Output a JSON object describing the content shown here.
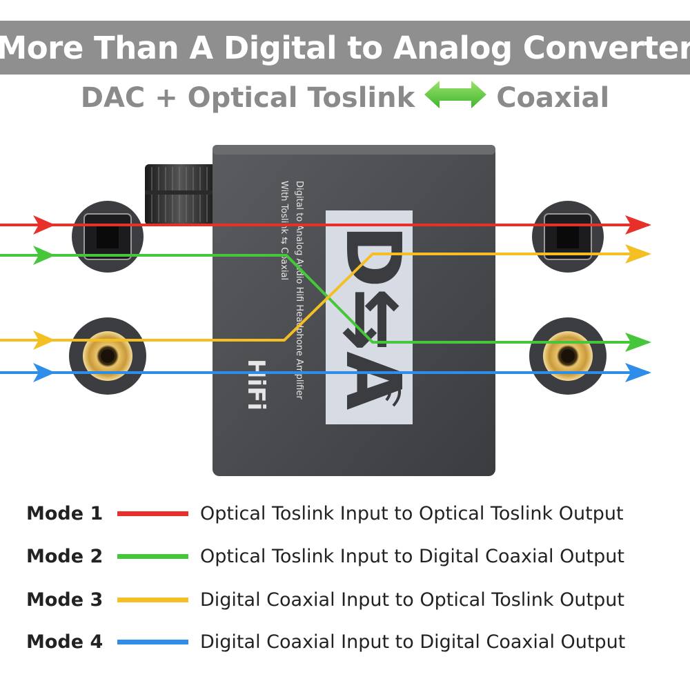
{
  "header": {
    "title": "More Than A Digital to Analog Converter",
    "subtitle_left": "DAC + Optical Toslink",
    "subtitle_right": "Coaxial"
  },
  "device": {
    "side_text_line1": "Digital to Analog Audio Hifi Headphone Amplifier",
    "side_text_line2": "With Toslink ⇆ Coaxial",
    "hifi_label": "HiFi",
    "logo_text": "D⇆A"
  },
  "colors": {
    "banner": "#8f8f8f",
    "mode1": "#e8302b",
    "mode2": "#46c63a",
    "mode3": "#f3bf23",
    "mode4": "#2e8de8",
    "device_body": "#45474b"
  },
  "legend": [
    {
      "label": "Mode 1",
      "color": "#e8302b",
      "description": "Optical Toslink Input to Optical Toslink Output"
    },
    {
      "label": "Mode 2",
      "color": "#46c63a",
      "description": "Optical Toslink Input to Digital Coaxial Output"
    },
    {
      "label": "Mode 3",
      "color": "#f3bf23",
      "description": "Digital Coaxial Input to Optical Toslink Output"
    },
    {
      "label": "Mode 4",
      "color": "#2e8de8",
      "description": "Digital Coaxial Input to Digital Coaxial Output"
    }
  ]
}
